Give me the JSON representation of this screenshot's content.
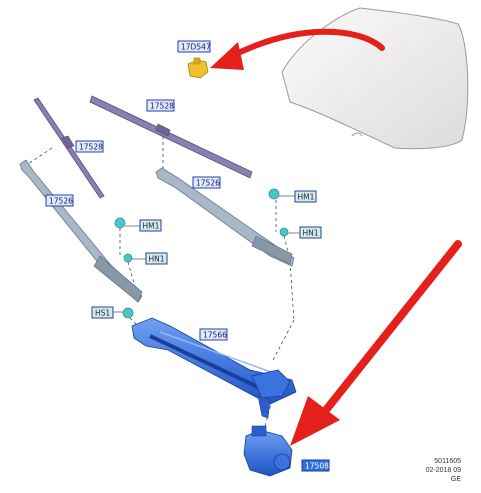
{
  "labels": {
    "washer_pump": "17D547",
    "wiper_blade_right": "17528",
    "wiper_blade_left": "17528",
    "wiper_arm_right": "17526",
    "wiper_arm_left": "17526",
    "nut_hm1_right": "HM1",
    "nut_hn1_right": "HN1",
    "nut_hm1_left": "HM1",
    "nut_hn1_left": "HN1",
    "bolt_hs1": "HS1",
    "linkage": "17566",
    "motor": "17508"
  },
  "footer": {
    "code": "5011605",
    "date": "02-2018 09",
    "region": "GE"
  },
  "colors": {
    "arrow": "#e3201b",
    "linkage": "#3a73e0",
    "blade": "#8a7fb0",
    "arm": "#a8b8c8",
    "windscreen": "#f2f2f2",
    "pump": "#f0c030",
    "fastener": "#4fc3c8"
  }
}
